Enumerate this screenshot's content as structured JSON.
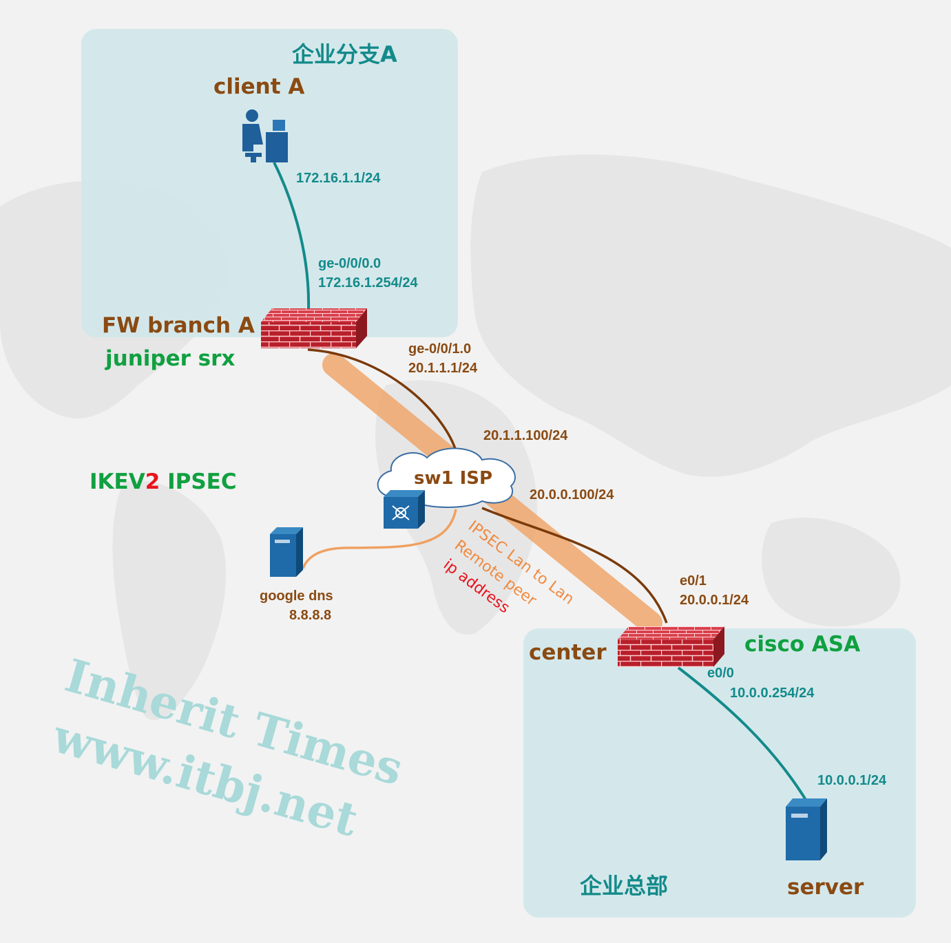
{
  "zones": {
    "branch": {
      "title": "企业分支A"
    },
    "hq": {
      "title": "企业总部"
    }
  },
  "nodes": {
    "client": {
      "name": "client A",
      "ip": "172.16.1.1/24"
    },
    "fw_branch": {
      "name": "FW branch A",
      "vendor": "juniper srx",
      "inside_if": "ge-0/0/0.0",
      "inside_ip": "172.16.1.254/24",
      "outside_if": "ge-0/0/1.0",
      "outside_ip": "20.1.1.1/24"
    },
    "isp": {
      "name": "sw1 ISP",
      "ip_a": "20.1.1.100/24",
      "ip_b": "20.0.0.100/24"
    },
    "dns": {
      "name": "google dns",
      "ip": "8.8.8.8"
    },
    "fw_center": {
      "name": "center",
      "vendor": "cisco ASA",
      "outside_if": "e0/1",
      "outside_ip": "20.0.0.1/24",
      "inside_if": "e0/0",
      "inside_ip": "10.0.0.254/24"
    },
    "server": {
      "name": "server",
      "ip": "10.0.0.1/24"
    }
  },
  "protocol": {
    "part1": "IKEV",
    "part2": "2",
    "part3": " IPSEC"
  },
  "tunnel": {
    "line1": "IPSEC Lan to Lan",
    "line2": "Remote peer",
    "line3": "ip address"
  },
  "watermark": {
    "line1": "Inherit Times",
    "line2": "www.itbj.net"
  },
  "colors": {
    "teal": "#138a8a",
    "brown": "#8a4a12",
    "green": "#10a040",
    "tunnel": "#f0a060",
    "firewall": "#b81f2a",
    "zone": "#cfe6ea"
  }
}
